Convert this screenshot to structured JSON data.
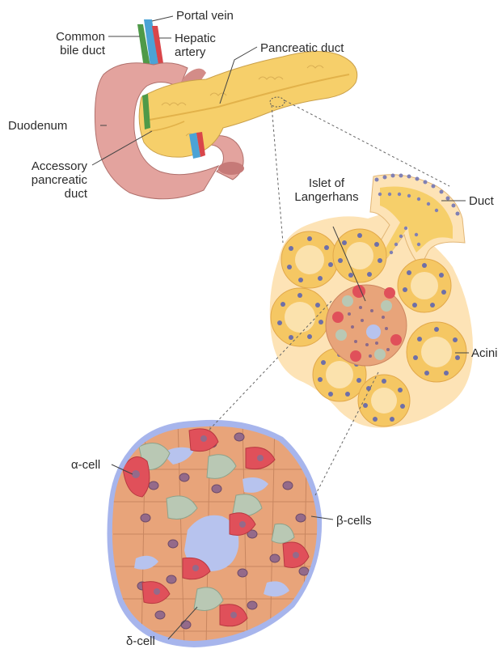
{
  "labels": {
    "portal_vein": "Portal vein",
    "common_bile_duct": "Common\nbile duct",
    "hepatic_artery": "Hepatic\nartery",
    "pancreatic_duct": "Pancreatic duct",
    "duodenum": "Duodenum",
    "accessory_pancreatic_duct": "Accessory\npancreatic\nduct",
    "islet_of_langerhans": "Islet of\nLangerhans",
    "duct": "Duct",
    "acini": "Acini",
    "alpha_cell": "α-cell",
    "beta_cells": "β-cells",
    "delta_cell": "δ-cell"
  },
  "colors": {
    "pancreas": "#f6cf6a",
    "duodenum": "#e3a39e",
    "portal_vein": "#4ba3d6",
    "hepatic_artery": "#d9464a",
    "bile_duct": "#4f9a48",
    "acinar_tissue": "#fde3b6",
    "acinus": "#f5c763",
    "nucleus": "#6e6fa8",
    "islet_cell": "#e8a47a",
    "alpha_cell": "#e0505a",
    "delta_cell": "#b9c8b4",
    "capillary": "#a7b5ec"
  }
}
